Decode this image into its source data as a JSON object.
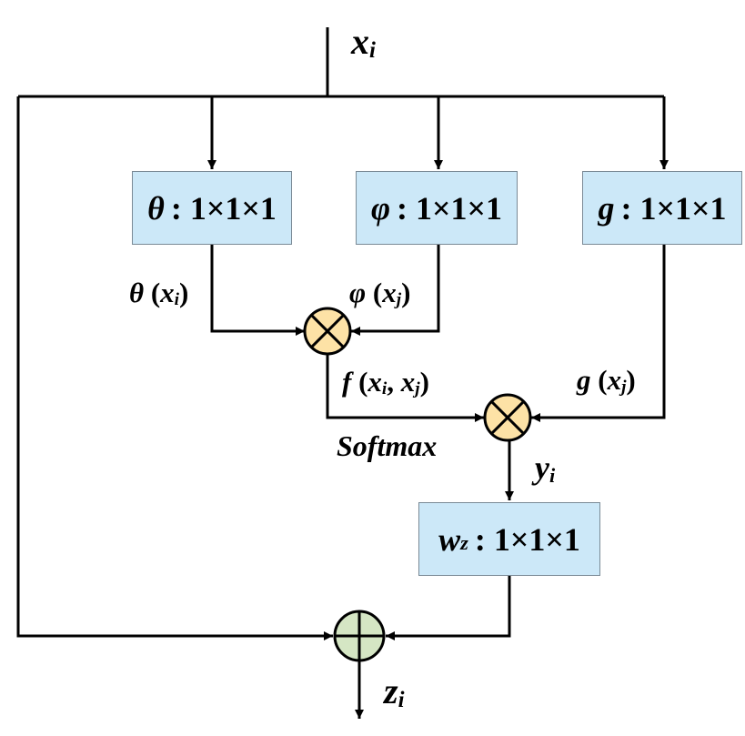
{
  "input": {
    "var": "x",
    "sub": "i"
  },
  "output": {
    "var": "z",
    "sub": "i"
  },
  "boxes": {
    "theta": {
      "symbol": "θ",
      "colon": ":",
      "kernel": "1×1×1"
    },
    "phi": {
      "symbol": "φ",
      "colon": ":",
      "kernel": "1×1×1"
    },
    "g": {
      "symbol": "g",
      "colon": ":",
      "kernel": "1×1×1"
    },
    "wz": {
      "symbol": "w",
      "sub": "z",
      "colon": ":",
      "kernel": "1×1×1"
    }
  },
  "labels": {
    "theta_out": {
      "fn": "θ",
      "open": "(",
      "var": "x",
      "sub": "i",
      "close": ")"
    },
    "phi_out": {
      "fn": "φ",
      "open": "(",
      "var": "x",
      "sub": "j",
      "close": ")"
    },
    "g_out": {
      "fn": "g",
      "open": "(",
      "var": "x",
      "sub": "j",
      "close": ")"
    },
    "f_out": {
      "fn": "f",
      "open": "(",
      "var1": "x",
      "sub1": "i",
      "comma": ",",
      "var2": "x",
      "sub2": "j",
      "close": ")"
    },
    "softmax": "Softmax",
    "y": {
      "var": "y",
      "sub": "i"
    }
  },
  "operators": {
    "multiply": "⊗",
    "add": "⊕"
  },
  "colors": {
    "box_fill": "#cce8f8",
    "multiply_fill": "#fde2a6",
    "add_fill": "#d5e6c4",
    "line": "#000000"
  }
}
